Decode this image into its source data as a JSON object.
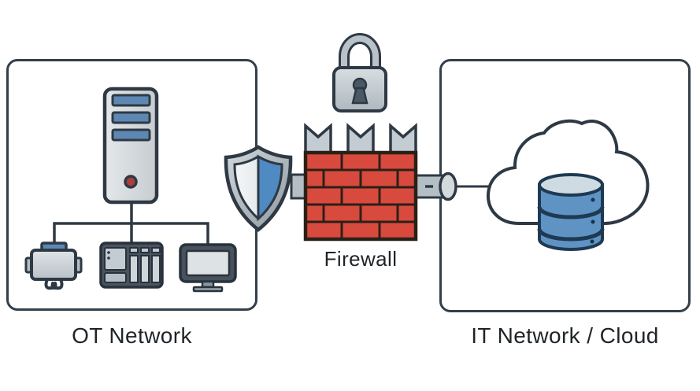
{
  "diagram": {
    "labels": {
      "ot_zone": "OT Network",
      "it_zone": "IT Network / Cloud",
      "firewall": "Firewall"
    },
    "zones": [
      {
        "name": "ot-network",
        "label": "OT Network",
        "icons": [
          "server-tower-icon",
          "industrial-robot-icon",
          "plc-rack-icon",
          "monitor-icon"
        ],
        "connections": "server connects via bus to robot, plc and monitor"
      },
      {
        "name": "security-boundary",
        "label": "Firewall",
        "icons": [
          "padlock-icon",
          "shield-icon",
          "brick-wall-icon",
          "pipe-connector-icon"
        ]
      },
      {
        "name": "it-network",
        "label": "IT Network / Cloud",
        "icons": [
          "cloud-icon",
          "database-icon"
        ]
      }
    ],
    "colors": {
      "outline": "#2e3944",
      "box_border": "#333f4a",
      "brick_red": "#d84a3d",
      "mortar_dark": "#2b2018",
      "shield_blue": "#4f8ac2",
      "shield_light": "#eef1f2",
      "metal_gray": "#c3ccd2",
      "slot_blue": "#5d88b4",
      "database_blue": "#5e93c4",
      "database_lid": "#cfdbe3",
      "led_red": "#ab3e3e",
      "label_text": "#1f2428",
      "background": "#ffffff"
    }
  }
}
